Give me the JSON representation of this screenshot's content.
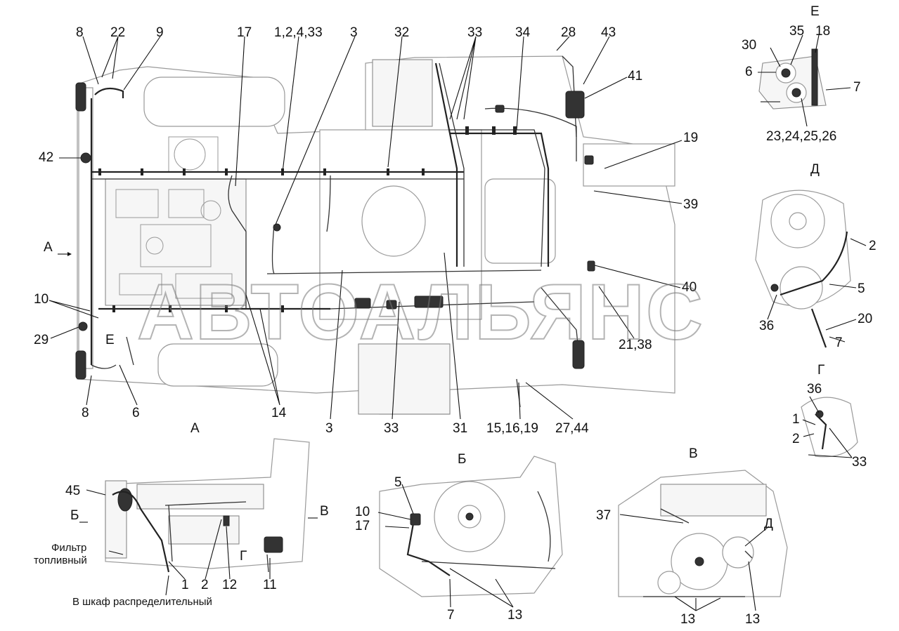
{
  "watermark": "АВТОАЛЬЯНС",
  "views": {
    "e": "Е",
    "d": "Д",
    "g": "Г",
    "a": "А",
    "b": "Б",
    "v": "В"
  },
  "markers": {
    "a_left": "А",
    "e_mid": "Е",
    "b_left": "Б",
    "v_right": "В",
    "g_mid": "Г",
    "d_view_b": "Д"
  },
  "labels": {
    "main": {
      "l8_top": "8",
      "l22": "22",
      "l9": "9",
      "l17": "17",
      "l1_2_4_33": "1,2,4,33",
      "l3_top": "3",
      "l32": "32",
      "l33_top": "33",
      "l34": "34",
      "l28": "28",
      "l43": "43",
      "l41": "41",
      "l42": "42",
      "l19": "19",
      "l39": "39",
      "l40": "40",
      "l10": "10",
      "l29": "29",
      "l21_38": "21,38",
      "l8_bottom": "8",
      "l6": "6",
      "l14": "14",
      "l3_bottom": "3",
      "l33_bottom": "33",
      "l31": "31",
      "l15_16_19": "15,16,19",
      "l27_44": "27,44"
    },
    "view_e": {
      "l35": "35",
      "l18": "18",
      "l30": "30",
      "l6": "6",
      "l7": "7",
      "l23_26": "23,24,25,26"
    },
    "view_d": {
      "l2": "2",
      "l5": "5",
      "l36": "36",
      "l20": "20",
      "l7": "7"
    },
    "view_g": {
      "l36": "36",
      "l1": "1",
      "l2": "2",
      "l33": "33"
    },
    "view_a": {
      "l45": "45",
      "fuel_filter_line1": "Фильтр",
      "fuel_filter_line2": "топливный",
      "l1": "1",
      "l2": "2",
      "l12": "12",
      "l11": "11",
      "cabinet": "В шкаф распределительный"
    },
    "view_b": {
      "l5": "5",
      "l10": "10",
      "l17": "17",
      "l7": "7",
      "l13": "13"
    },
    "view_v": {
      "l37": "37",
      "l13_left": "13",
      "l13_right": "13"
    }
  }
}
